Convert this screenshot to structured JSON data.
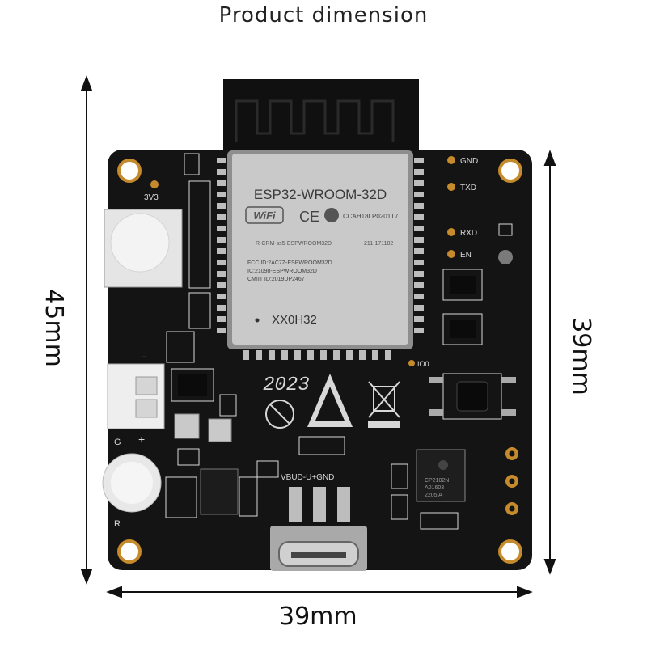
{
  "title": "Product dimension",
  "dimensions": {
    "height_left": "45mm",
    "height_right": "39mm",
    "width_bottom": "39mm"
  },
  "module": {
    "name": "ESP32-WROOM-32D",
    "ccam": "CCAH18LP0201T7",
    "cert_line": "R-CRM-ss5-ESPWROOM32D",
    "cert_code": "211-171182",
    "fcc": "FCC ID:2AC7Z-ESPWROOM32D",
    "ic": "IC:21098-ESPWROOM32D",
    "cmiit": "CMIIT ID:2019DP2467",
    "lot": "XX0H32",
    "wifi_logo": "WiFi",
    "ce_mark": "CE"
  },
  "board_labels": {
    "v33": "3V3",
    "gnd": "GND",
    "txd": "TXD",
    "rxd": "RXD",
    "en": "EN",
    "io0": "IO0",
    "year": "2023",
    "usb_pins": "VBUD-U+GND",
    "minus": "-",
    "plus": "+",
    "g": "G",
    "r": "R",
    "usb_chip": "CP2102N",
    "usb_chip_code": "A01603",
    "usb_chip_date": "2205 A"
  },
  "colors": {
    "pcb": "#141414",
    "silk": "#d8d8d8",
    "gold": "#c58a2b",
    "shield": "#c9c9c9"
  }
}
